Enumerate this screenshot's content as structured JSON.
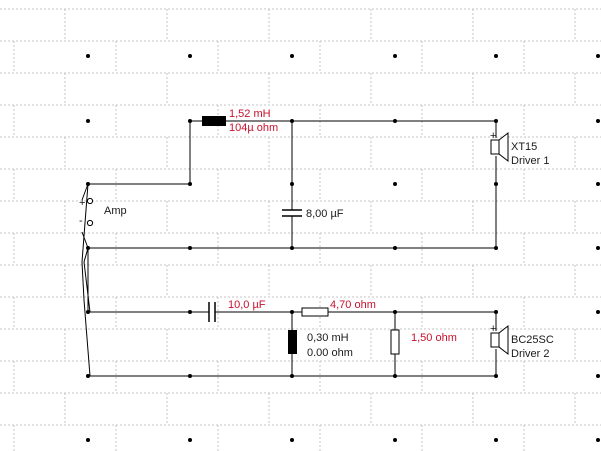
{
  "colors": {
    "grid": "#c4c4c4",
    "wire": "#000000",
    "value_text": "#c8102e",
    "label_text": "#1a1a1a",
    "background": "#ffffff"
  },
  "amp": {
    "label": "Amp",
    "plus": "+",
    "minus": "-"
  },
  "driver1": {
    "model": "XT15",
    "name": "Driver 1",
    "polarity_plus": "+",
    "inductor_value": "1,52 mH",
    "inductor_resistance": "104µ ohm",
    "capacitor_value": "8,00 µF"
  },
  "driver2": {
    "model": "BC25SC",
    "name": "Driver 2",
    "polarity_plus": "+",
    "capacitor_value": "10,0 µF",
    "series_resistor_value": "4,70 ohm",
    "inductor_value": "0,30 mH",
    "inductor_resistance": "0.00 ohm",
    "shunt_resistor_value": "1,50 ohm"
  }
}
